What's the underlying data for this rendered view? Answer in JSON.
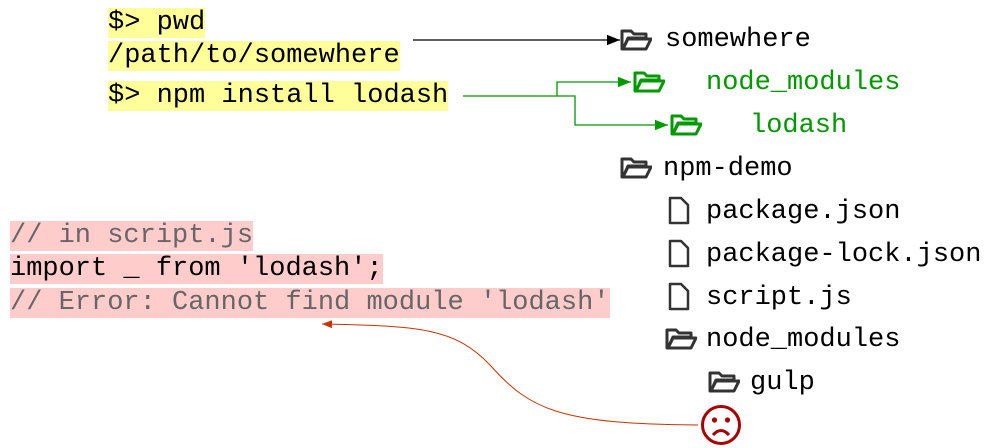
{
  "terminal": {
    "lines": [
      "$> pwd",
      "/path/to/somewhere",
      "$> npm install lodash"
    ]
  },
  "code": {
    "lines": [
      "// in script.js",
      "import _ from 'lodash';",
      "// Error: Cannot find module 'lodash'"
    ]
  },
  "tree": {
    "somewhere": "somewhere",
    "node_modules_top": "node_modules",
    "lodash": "lodash",
    "npm_demo": "npm-demo",
    "files": [
      "package.json",
      "package-lock.json",
      "script.js"
    ],
    "node_modules_inner": "node_modules",
    "gulp": "gulp"
  },
  "icons": {
    "folder": "folder-icon",
    "file": "file-icon",
    "sad": "sad-face-icon"
  },
  "colors": {
    "green": "#009900",
    "yellow": "#ffff99",
    "pink": "#ffcccc",
    "red": "#cc3300"
  }
}
